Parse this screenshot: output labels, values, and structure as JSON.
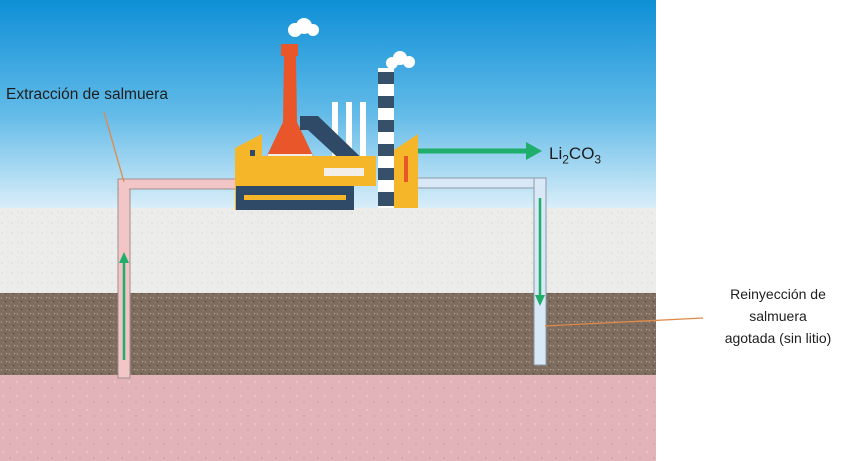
{
  "labels": {
    "extraction": "Extracción de salmuera",
    "product": {
      "base_before": "Li",
      "sub1": "2",
      "base_mid": "CO",
      "sub2": "3"
    },
    "reinjection": {
      "line1": "Reinyección de",
      "line2": "salmuera",
      "line3": "agotada (sin litio)"
    }
  },
  "colors": {
    "sky_top": "#0e8fd6",
    "sky_bottom": "#d9eef9",
    "sand": "#ececea",
    "soil": "#7e6d5e",
    "bedrock": "#e2b3b8",
    "extraction_pipe": "#f2c6c6",
    "reinjection_pipe": "#d8e8f6",
    "flow_arrow": "#1fae6b",
    "leader_line": "#e08a4a",
    "factory_yellow": "#f5b62a",
    "chimney_orange": "#e8562a",
    "chimney_striped": "#37506a",
    "factory_navy": "#2f4a66"
  },
  "icons": [
    "factory-icon",
    "smoke-icon",
    "up-flow-arrow-icon",
    "down-flow-arrow-icon",
    "product-arrow-icon"
  ]
}
